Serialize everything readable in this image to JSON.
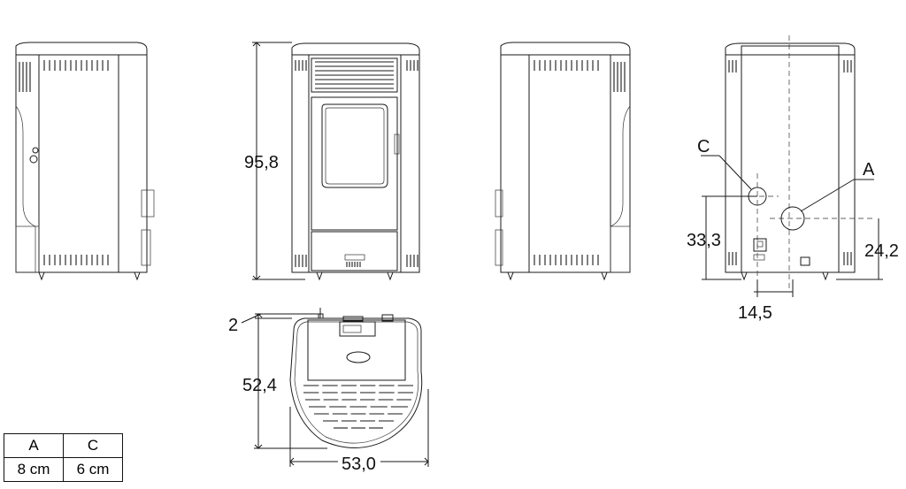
{
  "dimensions": {
    "height": "95,8",
    "depth": "52,4",
    "width": "53,0",
    "offset": "2",
    "c_height": "33,3",
    "a_height": "24,2",
    "spacing": "14,5"
  },
  "labels": {
    "c": "C",
    "a": "A"
  },
  "legend": {
    "headers": [
      "A",
      "C"
    ],
    "values": [
      "8 cm",
      "6 cm"
    ]
  }
}
